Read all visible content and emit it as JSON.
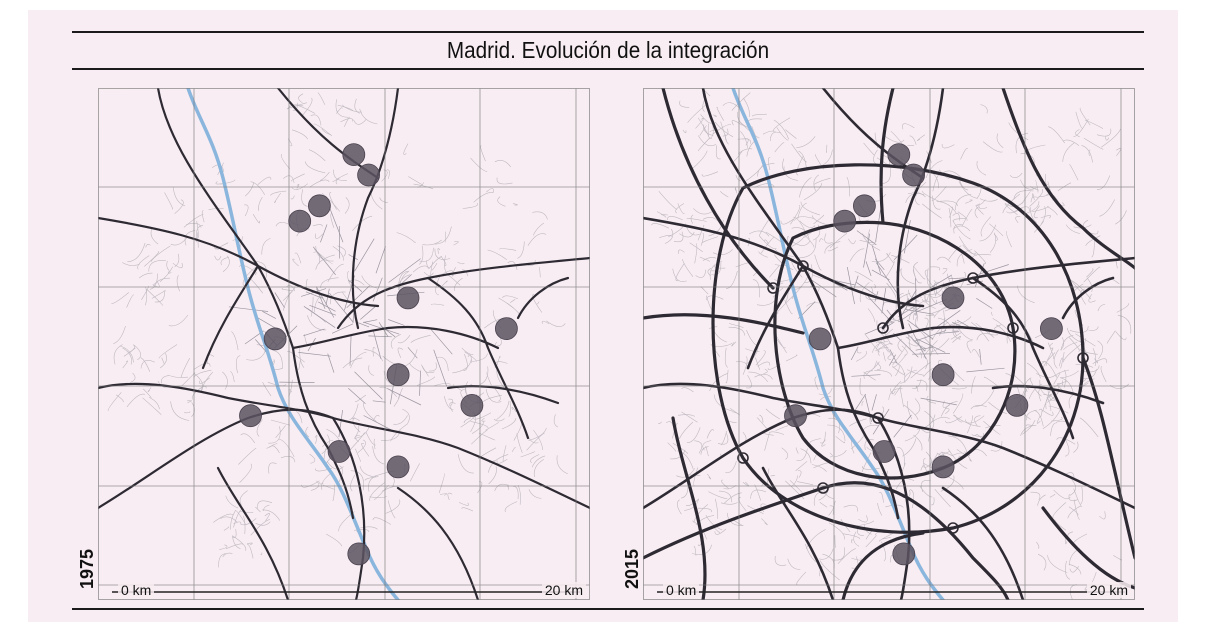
{
  "title": "Madrid. Evolución de la integración",
  "panels": [
    {
      "year": "1975",
      "scale_start": "0 km",
      "scale_end": "20 km",
      "markers": [
        [
          0.52,
          0.13
        ],
        [
          0.55,
          0.17
        ],
        [
          0.45,
          0.23
        ],
        [
          0.41,
          0.26
        ],
        [
          0.63,
          0.41
        ],
        [
          0.36,
          0.49
        ],
        [
          0.83,
          0.47
        ],
        [
          0.61,
          0.56
        ],
        [
          0.31,
          0.64
        ],
        [
          0.76,
          0.62
        ],
        [
          0.49,
          0.71
        ],
        [
          0.61,
          0.74
        ],
        [
          0.53,
          0.91
        ]
      ]
    },
    {
      "year": "2015",
      "scale_start": "0 km",
      "scale_end": "20 km",
      "markers": [
        [
          0.52,
          0.13
        ],
        [
          0.55,
          0.17
        ],
        [
          0.45,
          0.23
        ],
        [
          0.41,
          0.26
        ],
        [
          0.63,
          0.41
        ],
        [
          0.36,
          0.49
        ],
        [
          0.83,
          0.47
        ],
        [
          0.61,
          0.56
        ],
        [
          0.31,
          0.64
        ],
        [
          0.76,
          0.62
        ],
        [
          0.49,
          0.71
        ],
        [
          0.61,
          0.74
        ],
        [
          0.53,
          0.91
        ]
      ]
    }
  ],
  "colors": {
    "background": "#f8edf2",
    "grid": "#7a7a7a",
    "river": "#8ab6dd",
    "major_road": "#2e2a33",
    "minor_street": "#b8b4bb",
    "marker": "#5a5360"
  }
}
